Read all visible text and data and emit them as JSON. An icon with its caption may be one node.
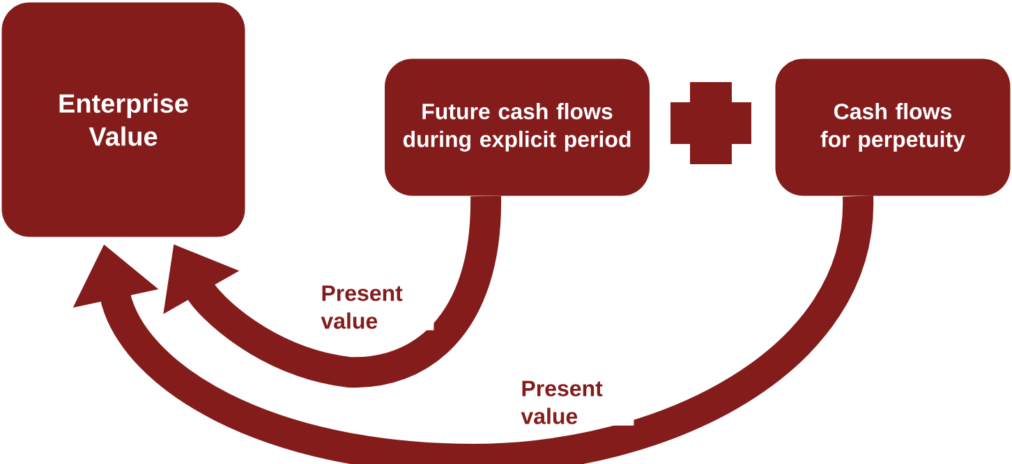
{
  "diagram": {
    "nodes": [
      {
        "text": [
          "Enterprise Value"
        ]
      },
      {
        "text": [
          "Future cash flows during explicit period"
        ]
      },
      {
        "text": [
          "Cash flows for perpetuity"
        ]
      },
      {
        "text": [],
        "shape": "cross"
      }
    ],
    "edges": [
      {
        "from": 1,
        "to": 0,
        "arrow": "to",
        "label": "Present value"
      },
      {
        "from": 2,
        "to": 0,
        "arrow": "to",
        "label": "Present value"
      }
    ]
  }
}
